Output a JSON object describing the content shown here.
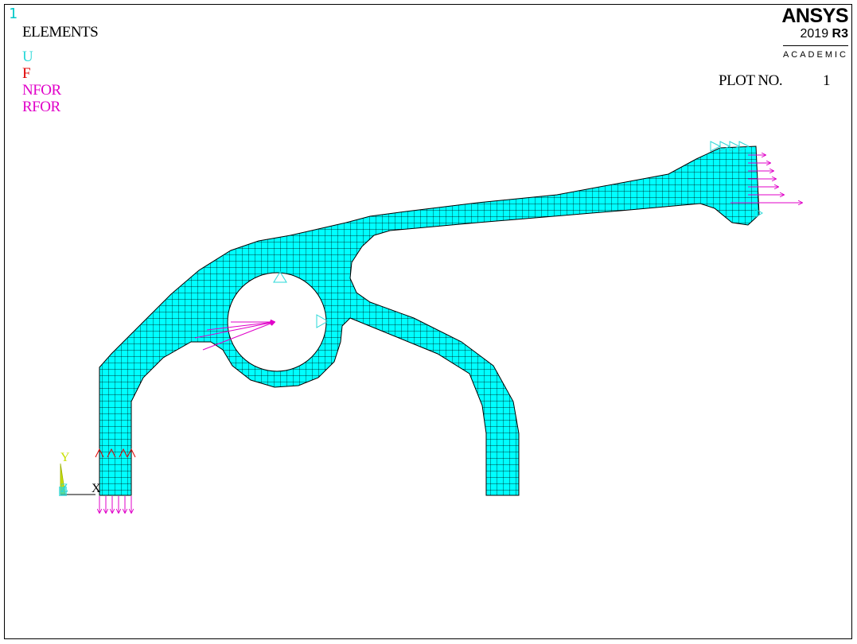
{
  "window": {
    "number": "1"
  },
  "plot": {
    "type_label": "ELEMENTS",
    "plot_no_label": "PLOT NO.",
    "plot_no_value": "1"
  },
  "legend": {
    "u": "U",
    "f": "F",
    "nfor": "NFOR",
    "rfor": "RFOR"
  },
  "logo": {
    "brand": "ANSYS",
    "version": "2019",
    "release": "R3",
    "edition": "ACADEMIC"
  },
  "triad": {
    "x": "X",
    "y": "Y",
    "z": "Z"
  },
  "colors": {
    "mesh_fill": "#00ffff",
    "mesh_line": "#000000",
    "constraint_u": "#2ad8d8",
    "force_f": "#e00000",
    "nodal_force": "#e000c8",
    "triad_y": "#c8e000"
  },
  "icons": [
    "constraint-triangle-icon",
    "force-arrow-icon"
  ]
}
